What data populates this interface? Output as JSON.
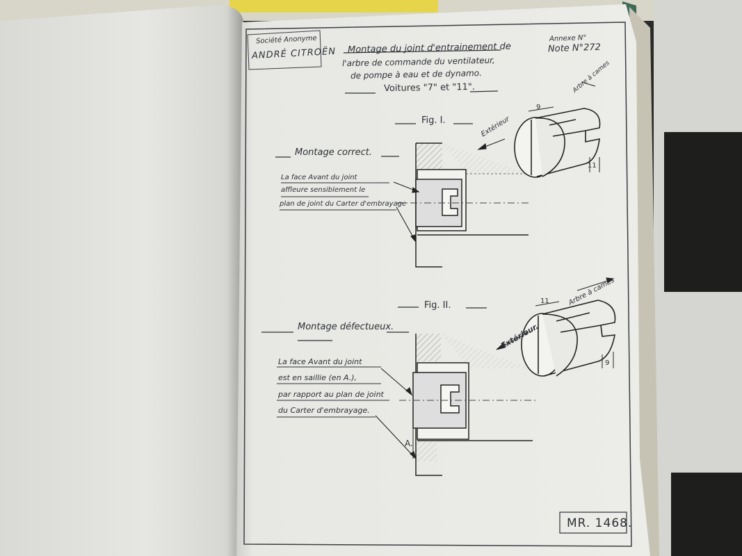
{
  "document": {
    "company": {
      "line1": "Société Anonyme",
      "line2": "ANDRÉ CITROËN"
    },
    "title": {
      "line1": "Montage du joint d'entrainement de",
      "line2": "l'arbre de commande du ventilateur,",
      "line3": "de pompe à eau et de dynamo.",
      "vehicles": "Voitures \"7\" et \"11\"."
    },
    "annex": {
      "label": "Annexe N°",
      "note": "Note N°272"
    },
    "figure1": {
      "label": "Fig. I.",
      "heading": "Montage correct.",
      "caption": [
        "La face Avant du joint",
        "affleure sensiblement le",
        "plan de joint du Carter d'embrayage"
      ],
      "exterior_label": "Extérieur",
      "shaft_label": "Arbre à cames",
      "dim_top": "9",
      "dim_side": "11"
    },
    "figure2": {
      "label": "Fig. II.",
      "heading": "Montage défectueux.",
      "caption": [
        "La face Avant du joint",
        "est en saillie (en A.),",
        "par rapport au plan de joint",
        "du Carter d'embrayage."
      ],
      "exterior_label": "Extérieur.",
      "shaft_label": "Arbre à cames",
      "dim_top": "11",
      "dim_side": "9",
      "marker": "A."
    },
    "reference": "MR. 1468."
  },
  "colors": {
    "paper": "#ebebe7",
    "ink": "#2c3036",
    "left_page": "#e4e4e0",
    "background_dark": "#262624",
    "background_light": "#cfd0cc",
    "binding_green": "#3d6b55"
  }
}
